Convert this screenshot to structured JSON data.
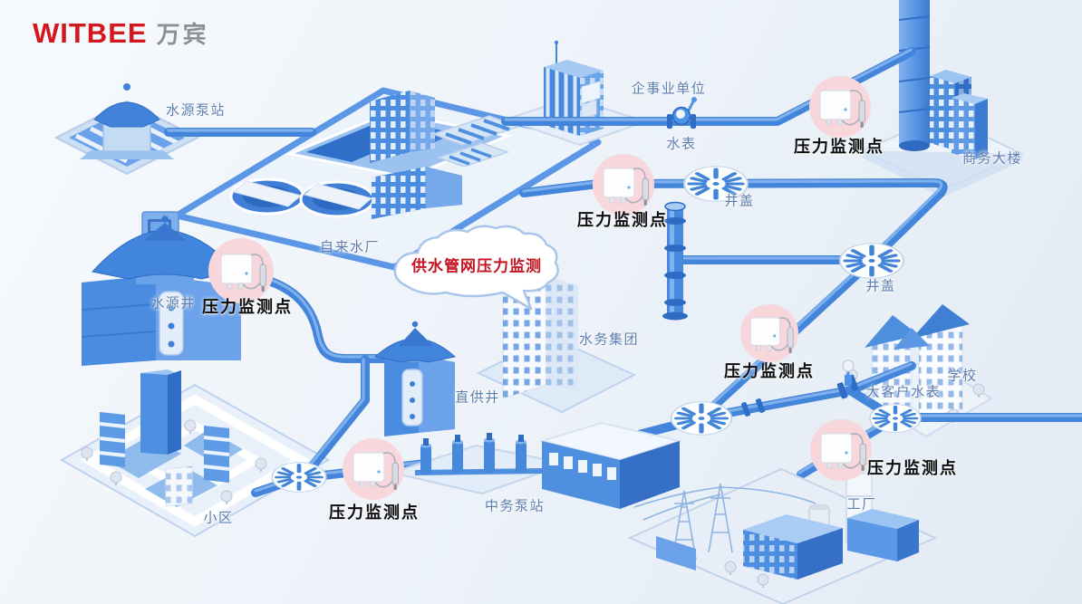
{
  "logo": {
    "brand": "WITBEE",
    "name_cn": "万宾"
  },
  "cloud": {
    "title": "供水管网压力监测"
  },
  "monitor_point_label": "压力监测点",
  "locations": {
    "source_pump_station": "水源泵站",
    "water_plant": "自来水厂",
    "enterprise_unit": "企事业单位",
    "water_meter": "水表",
    "manhole": "井盖",
    "business_building": "商务大楼",
    "water_source_well": "水源井",
    "water_group": "水务集团",
    "direct_supply_well": "直供井",
    "school": "学校",
    "large_customer_meter": "大客户水表",
    "community": "小区",
    "mid_pump_station": "中务泵站",
    "factory": "工厂"
  },
  "colors": {
    "brand_red": "#d2181f",
    "title_red": "#c41220",
    "label_blue": "#5d7eae",
    "pipe_blue": "#4285da",
    "building_blue": "#4b8de0",
    "monitor_circle_pink": "#f7d7db",
    "background": "#eef3fa"
  }
}
